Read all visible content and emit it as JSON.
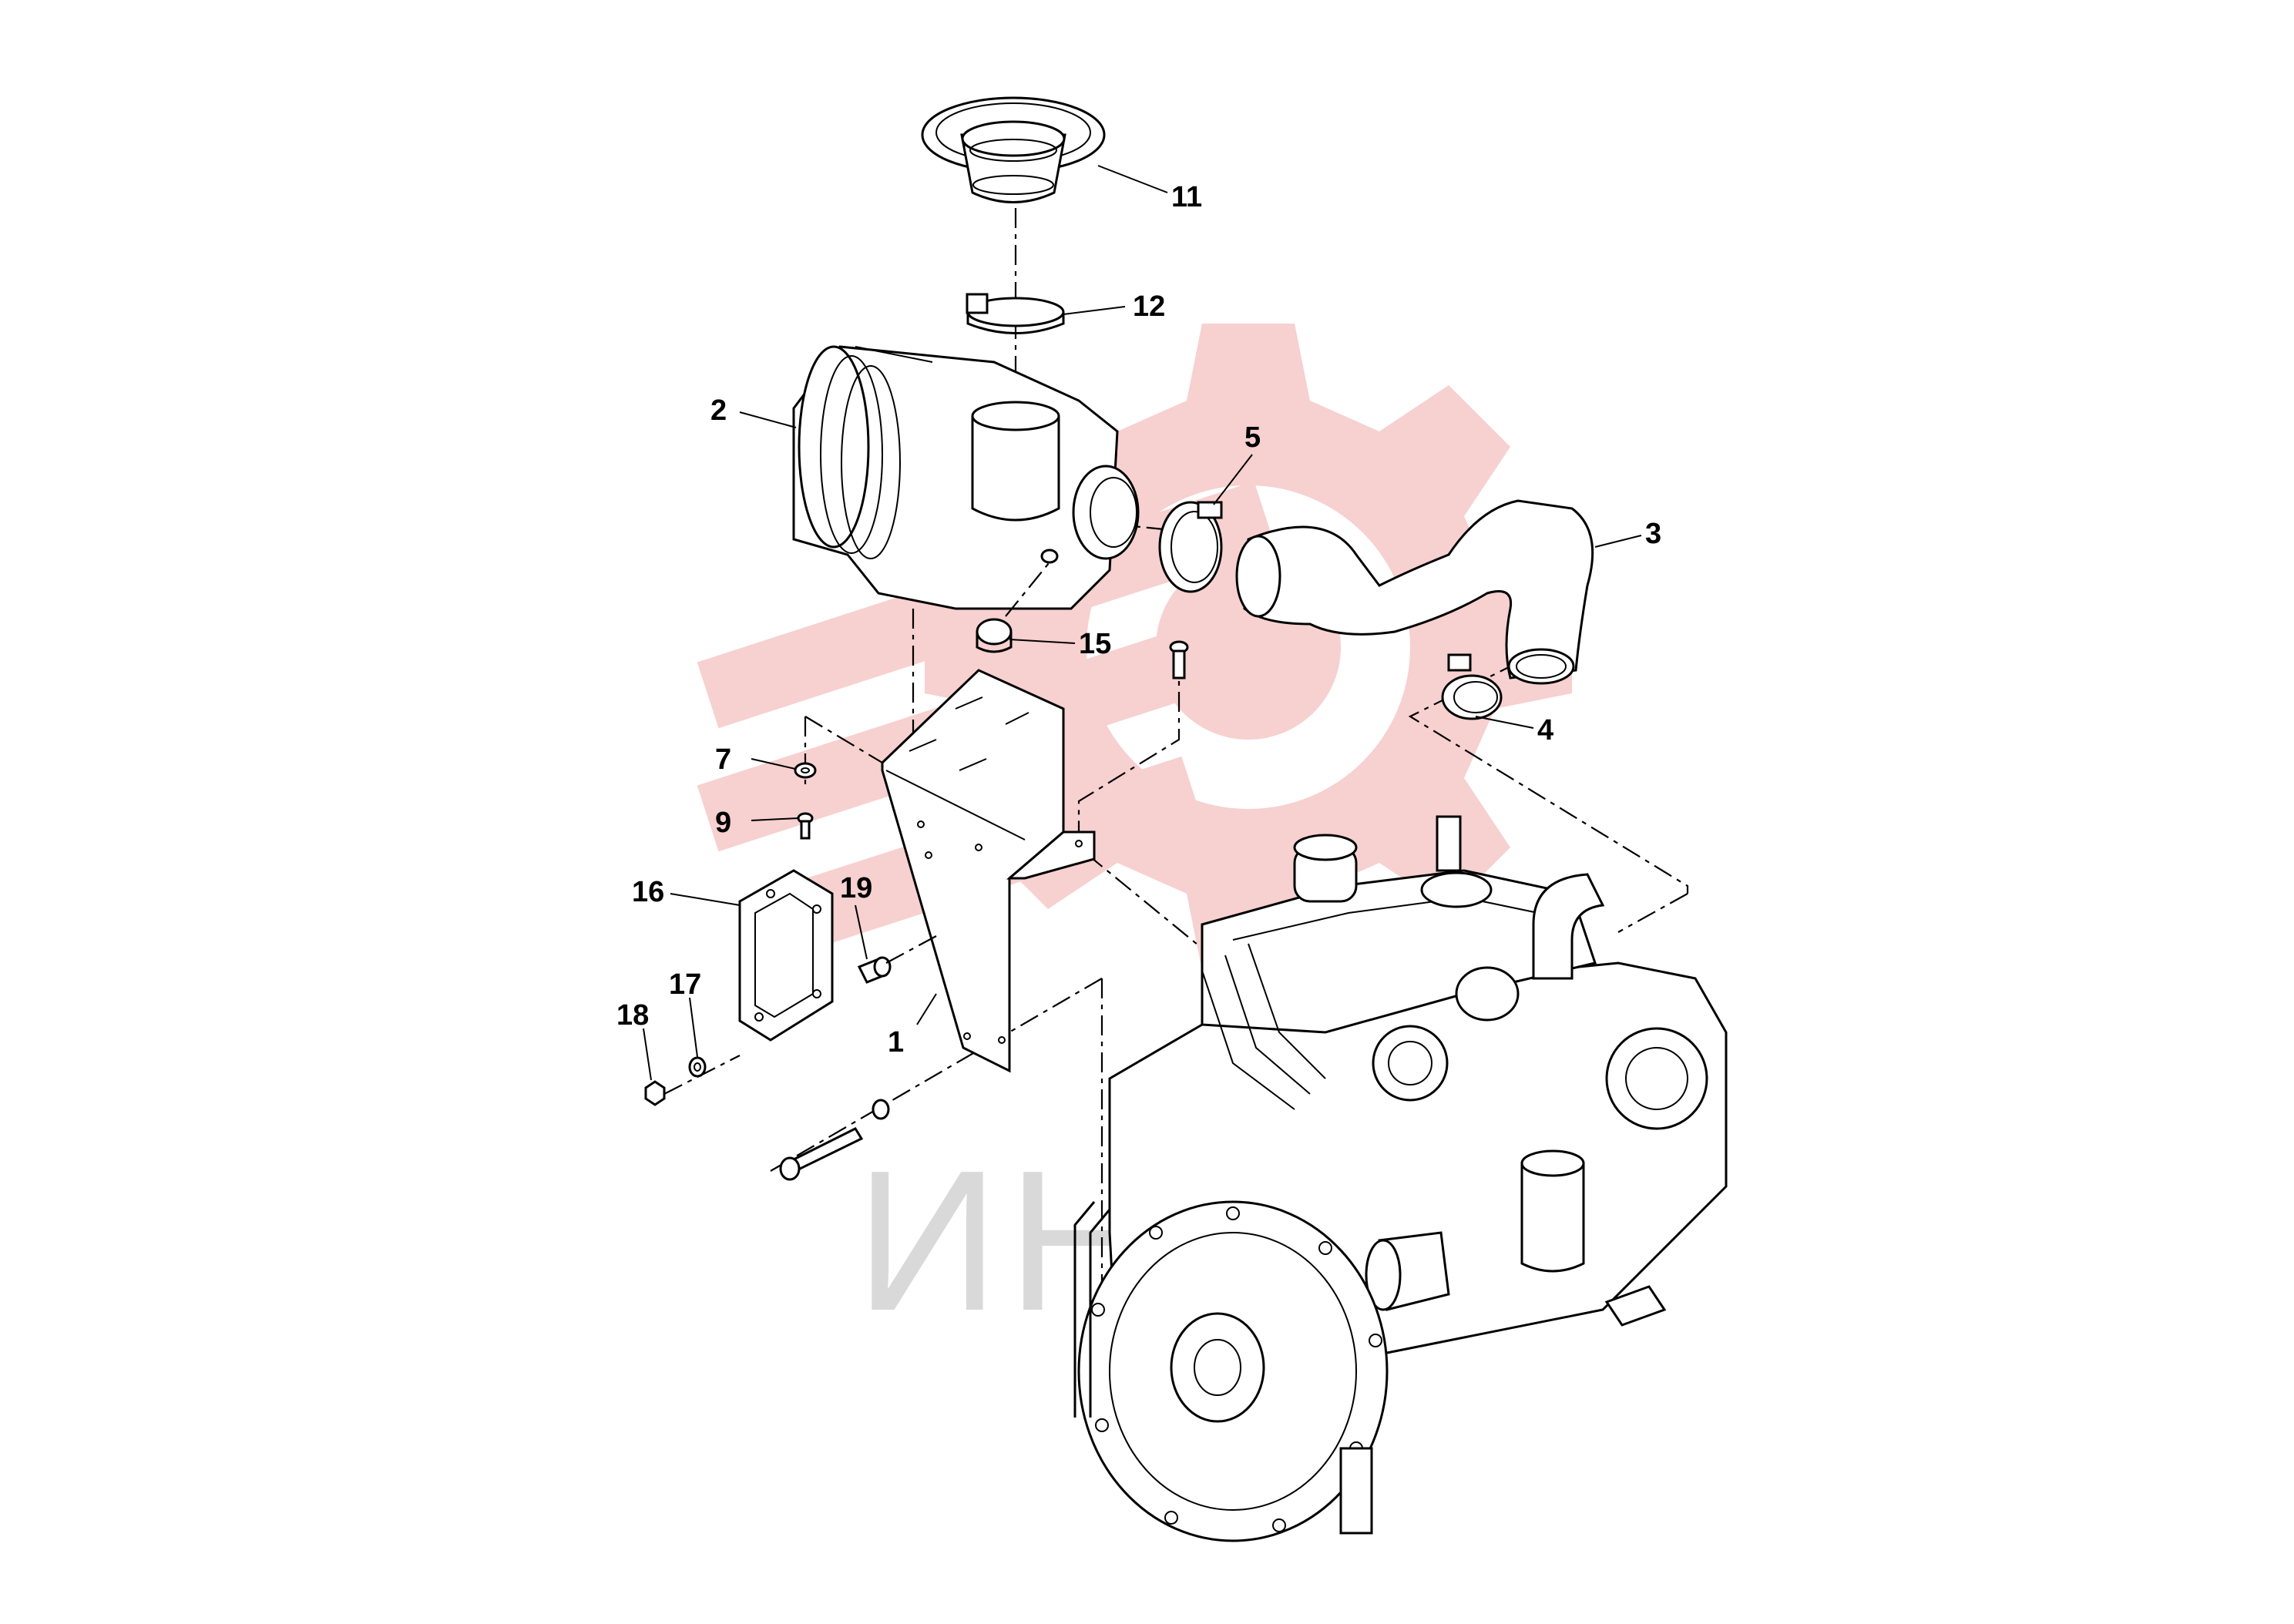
{
  "diagram": {
    "watermark": {
      "text": "ИНТЕХ",
      "color": "#d9d9d9",
      "logo_color": "#f6c8c8"
    },
    "callouts": [
      {
        "id": "11",
        "label": "11"
      },
      {
        "id": "12",
        "label": "12"
      },
      {
        "id": "2",
        "label": "2"
      },
      {
        "id": "5",
        "label": "5"
      },
      {
        "id": "3",
        "label": "3"
      },
      {
        "id": "15",
        "label": "15"
      },
      {
        "id": "4",
        "label": "4"
      },
      {
        "id": "7",
        "label": "7"
      },
      {
        "id": "9",
        "label": "9"
      },
      {
        "id": "16",
        "label": "16"
      },
      {
        "id": "19",
        "label": "19"
      },
      {
        "id": "17",
        "label": "17"
      },
      {
        "id": "18",
        "label": "18"
      },
      {
        "id": "1",
        "label": "1"
      }
    ]
  }
}
